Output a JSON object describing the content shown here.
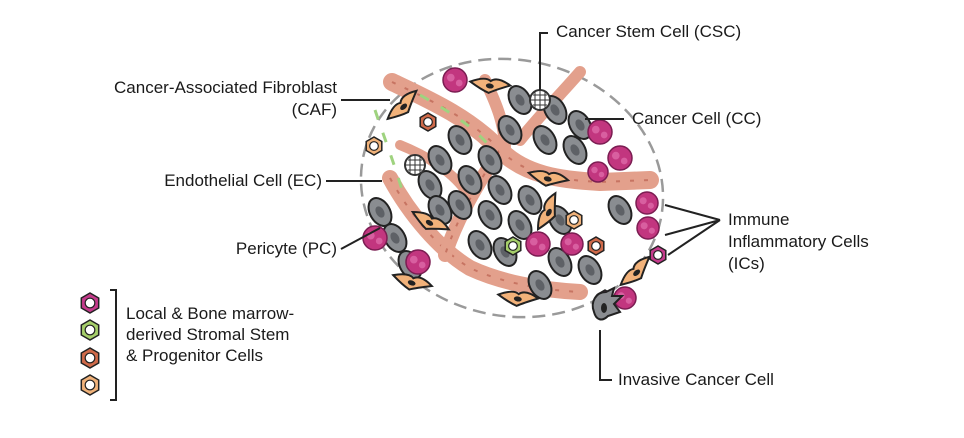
{
  "labels": {
    "csc": "Cancer Stem Cell (CSC)",
    "caf_line1": "Cancer-Associated Fibroblast",
    "caf_line2": "(CAF)",
    "cc": "Cancer Cell (CC)",
    "ec": "Endothelial Cell (EC)",
    "pc": "Pericyte (PC)",
    "ic_line1": "Immune",
    "ic_line2": "Inflammatory Cells",
    "ic_line3": "(ICs)",
    "invasive": "Invasive Cancer Cell"
  },
  "legend": {
    "lines": [
      "Local & Bone marrow-",
      "derived Stromal Stem",
      "& Progenitor Cells"
    ]
  },
  "colors": {
    "cancer_cell": "#8a8d91",
    "cancer_cell_dark": "#5e6166",
    "fibroblast": "#f2b27a",
    "vessel": "#e3a08c",
    "vessel_stripe": "#c77462",
    "endothelial": "#9fd37f",
    "immune": "#c2367f",
    "immune_light": "#d85fa0",
    "stem_magenta": "#c43a8b",
    "stem_green": "#a6cf6a",
    "stem_red": "#cf6a4a",
    "stem_orange": "#f0b27a",
    "boundary": "#9a9a9a",
    "leader": "#222222"
  },
  "icons": {
    "cancer_cell": "oval-grey-nucleated-cell-icon",
    "cancer_stem_cell": "hatched-round-cell-icon",
    "fibroblast": "spindle-cell-icon",
    "immune_cell": "lobed-magenta-cell-icon",
    "stem_progenitor_cell": "hexagon-ring-cell-icon"
  }
}
